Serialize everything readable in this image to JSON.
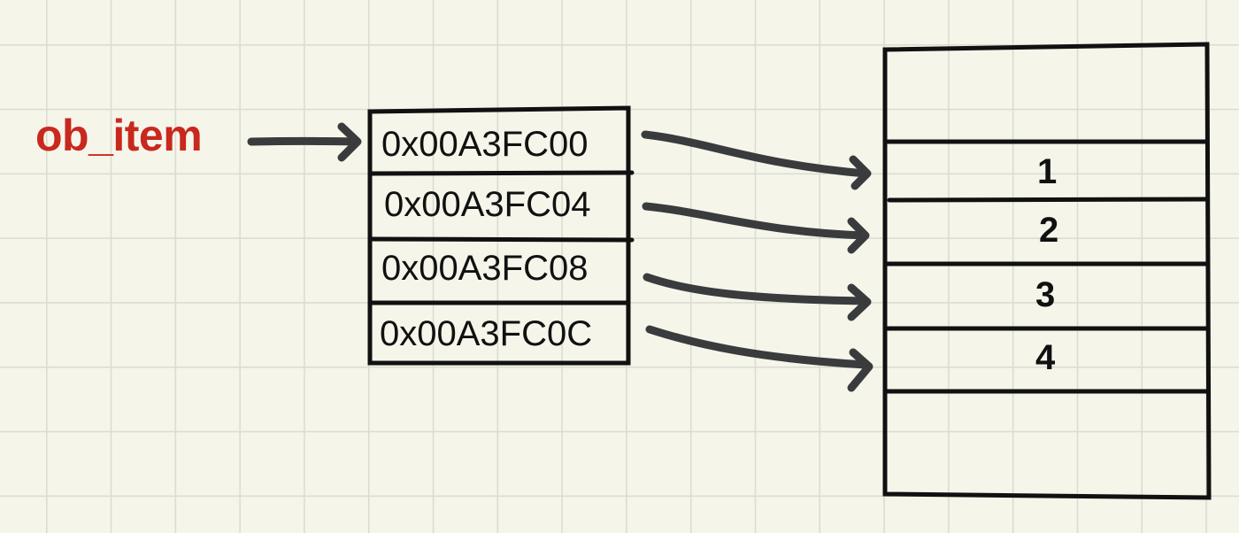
{
  "colors": {
    "label": "#c8281e",
    "ink": "#111111",
    "arrow": "#3a3b3d",
    "grid": "#d9dccf",
    "background": "#f5f5ea"
  },
  "pointer": {
    "label": "ob_item"
  },
  "pointer_array": {
    "cells": [
      {
        "address": "0x00A3FC00"
      },
      {
        "address": "0x00A3FC04"
      },
      {
        "address": "0x00A3FC08"
      },
      {
        "address": "0x00A3FC0C"
      }
    ]
  },
  "memory": {
    "values": [
      "1",
      "2",
      "3",
      "4"
    ]
  }
}
